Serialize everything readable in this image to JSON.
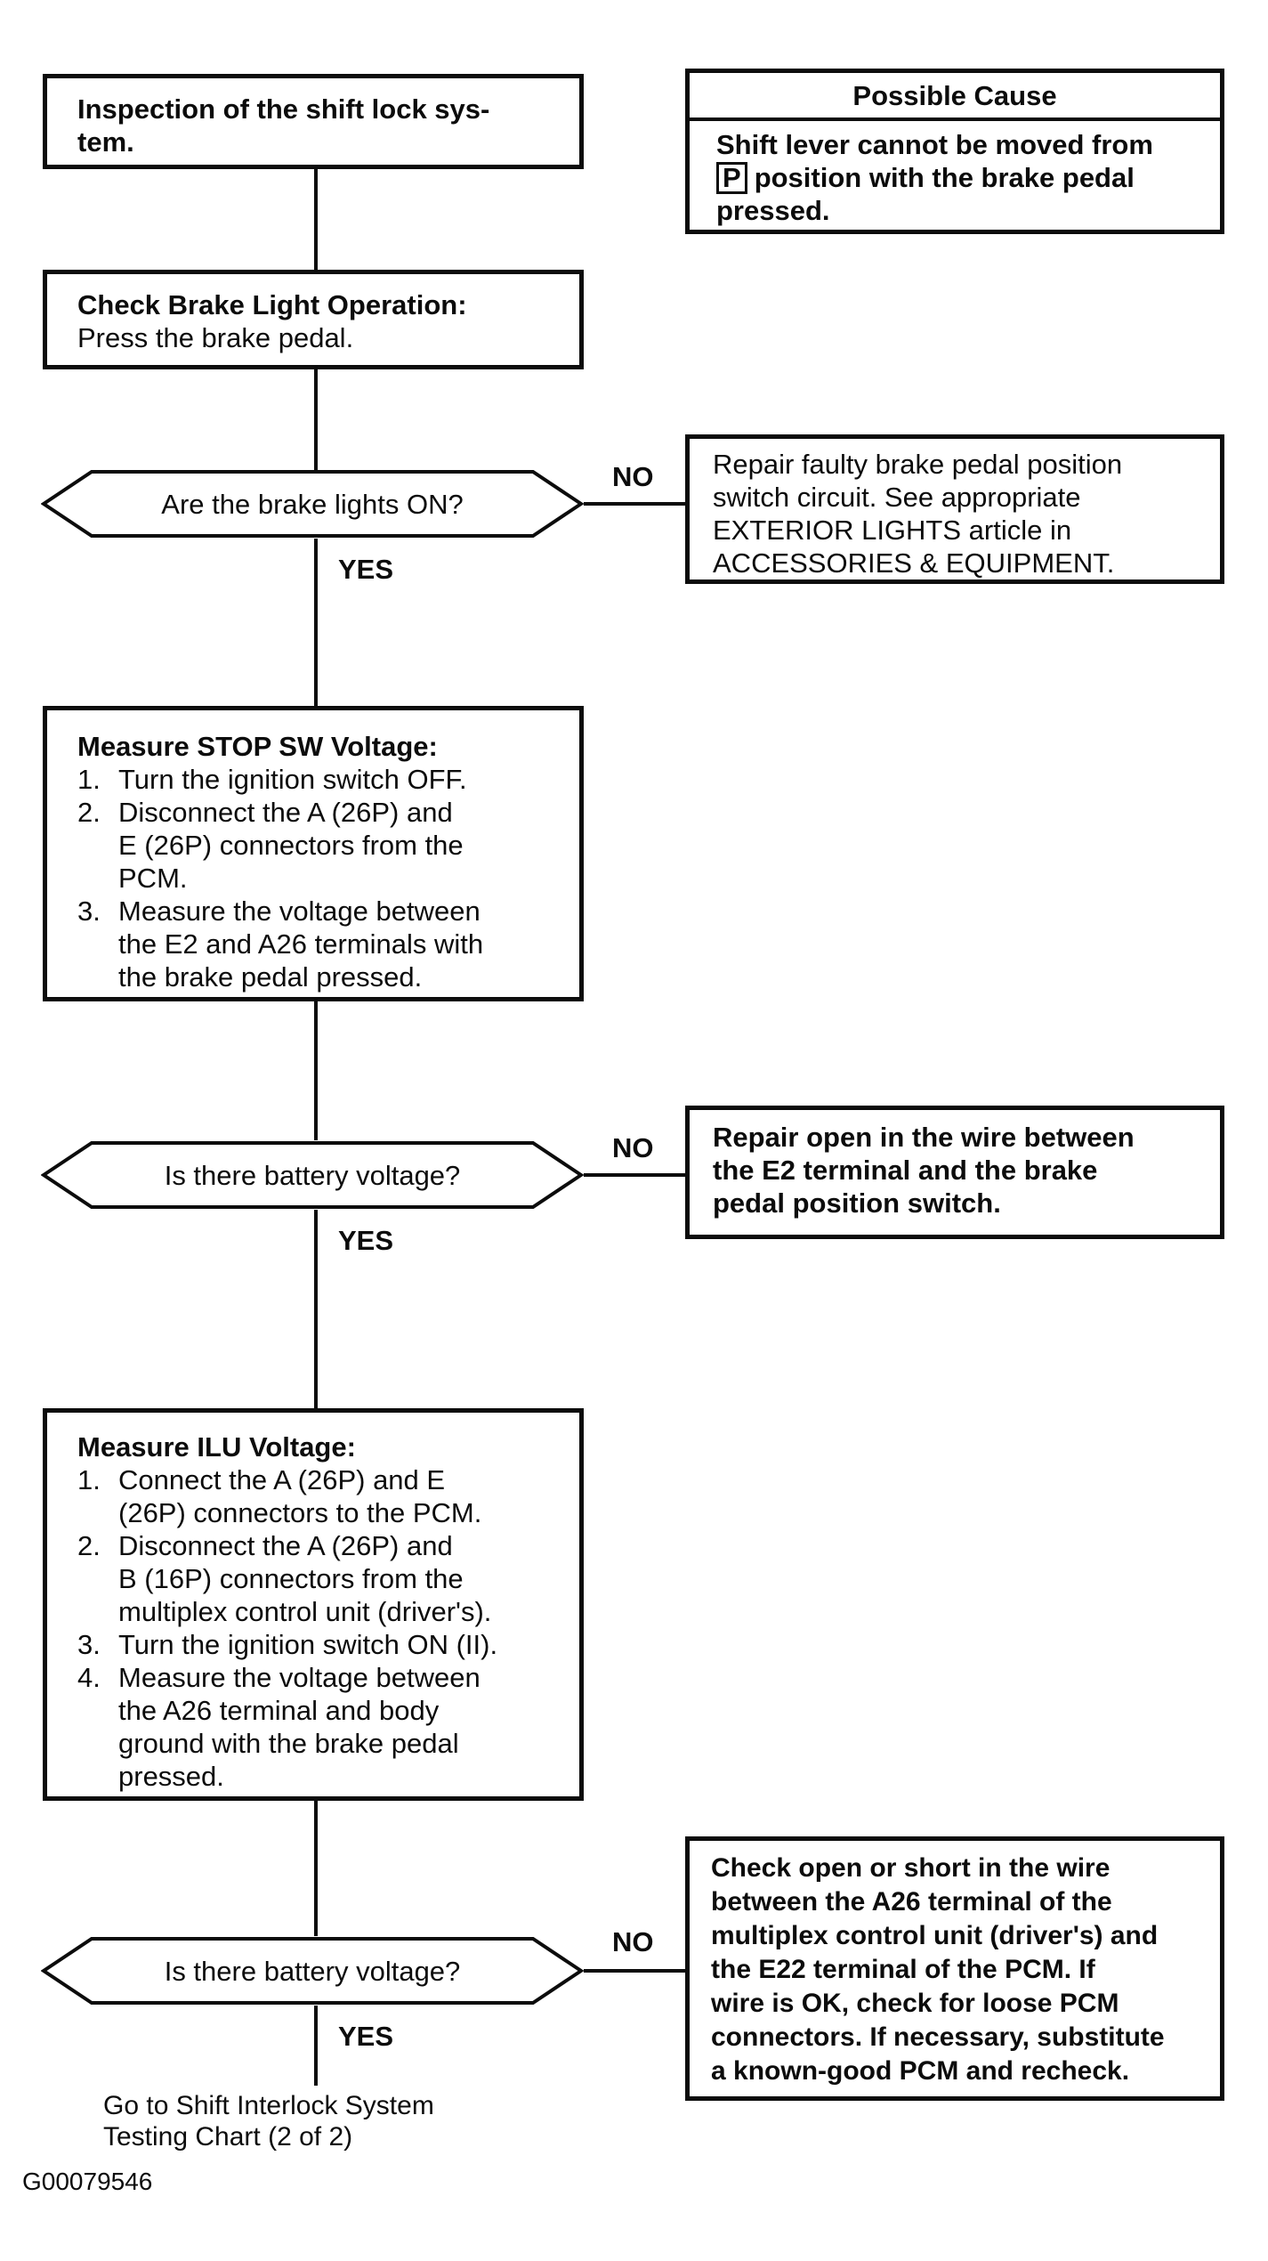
{
  "page": {
    "background": "#ffffff",
    "ink": "#0c0c0c"
  },
  "figure_id": "G00079546",
  "labels": {
    "yes": "YES",
    "no": "NO"
  },
  "flowchart": {
    "start_box": {
      "lines": [
        "Inspection of the shift lock sys-",
        "tem."
      ]
    },
    "possible_cause": {
      "title": "Possible Cause",
      "body_line1": "Shift lever cannot be moved from",
      "boxed_letter": "P",
      "body_line2_rest": "position with the brake pedal",
      "body_line3": "pressed."
    },
    "step_check_brake_light": {
      "heading": "Check Brake Light Operation:",
      "body": "Press the brake pedal."
    },
    "decision_brake_lights": {
      "question": "Are the brake lights ON?"
    },
    "no_action_1": {
      "lines": [
        "Repair faulty brake pedal position",
        "switch circuit. See appropriate",
        "EXTERIOR LIGHTS article in",
        "ACCESSORIES & EQUIPMENT."
      ]
    },
    "step_measure_stop_sw": {
      "heading": "Measure STOP SW Voltage:",
      "items": [
        {
          "num": "1.",
          "lines": [
            "Turn the ignition switch OFF."
          ]
        },
        {
          "num": "2.",
          "lines": [
            "Disconnect the A (26P) and",
            "E (26P) connectors from the",
            "PCM."
          ]
        },
        {
          "num": "3.",
          "lines": [
            "Measure the voltage between",
            "the E2 and A26 terminals with",
            "the brake pedal pressed."
          ]
        }
      ]
    },
    "decision_battery_voltage_1": {
      "question": "Is there battery voltage?"
    },
    "no_action_2": {
      "lines": [
        "Repair open in the wire between",
        "the E2 terminal and the brake",
        "pedal position switch."
      ]
    },
    "step_measure_ilu": {
      "heading": "Measure ILU Voltage:",
      "items": [
        {
          "num": "1.",
          "lines": [
            "Connect the A (26P) and E",
            "(26P) connectors to the PCM."
          ]
        },
        {
          "num": "2.",
          "lines": [
            "Disconnect the A (26P) and",
            "B (16P) connectors from the",
            "multiplex control unit (driver's)."
          ]
        },
        {
          "num": "3.",
          "lines": [
            "Turn the ignition switch ON (II)."
          ]
        },
        {
          "num": "4.",
          "lines": [
            "Measure the voltage between",
            "the A26 terminal and body",
            "ground with the brake pedal",
            "pressed."
          ]
        }
      ]
    },
    "decision_battery_voltage_2": {
      "question": "Is there battery voltage?"
    },
    "no_action_3": {
      "lines": [
        "Check open or short in the wire",
        "between the A26 terminal of the",
        "multiplex control unit (driver's) and",
        "the E22 terminal of the PCM. If",
        "wire is OK, check for loose PCM",
        "connectors. If necessary, substitute",
        "a known-good PCM and recheck."
      ]
    },
    "footer": {
      "lines": [
        "Go to Shift Interlock System",
        "Testing Chart (2 of 2)"
      ]
    }
  }
}
